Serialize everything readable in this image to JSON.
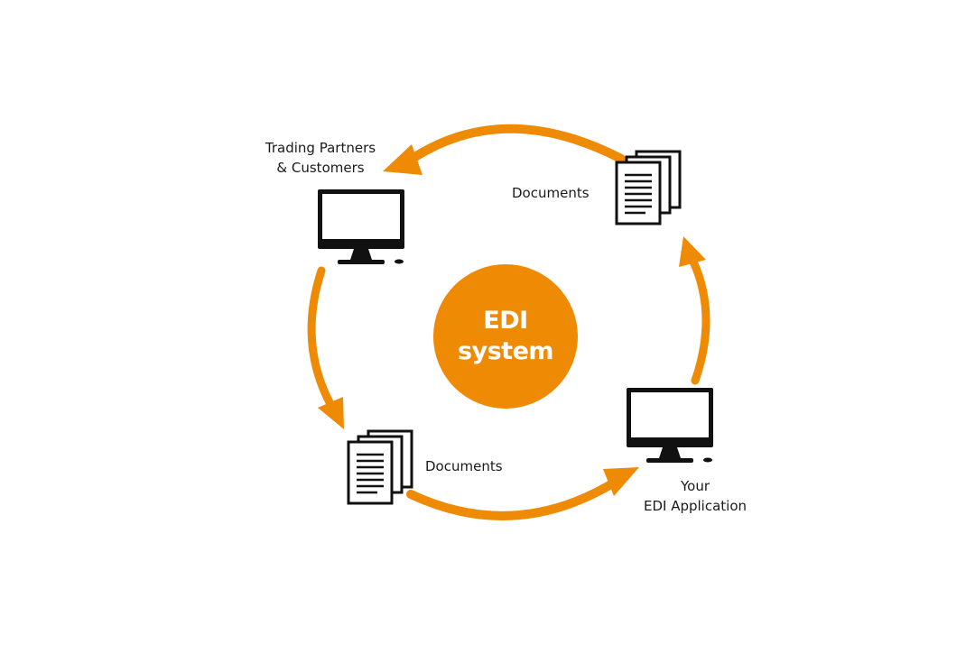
{
  "colors": {
    "accent": "#ef8a04",
    "icon": "#111111"
  },
  "center": {
    "line1": "EDI",
    "line2": "system"
  },
  "nodes": {
    "partners": {
      "line1": "Trading Partners",
      "line2": "& Customers",
      "icon": "monitor-icon"
    },
    "docs_top": {
      "label": "Documents",
      "icon": "documents-icon"
    },
    "docs_bottom": {
      "label": "Documents",
      "icon": "documents-icon"
    },
    "application": {
      "line1": "Your",
      "line2": "EDI Application",
      "icon": "monitor-icon"
    }
  }
}
